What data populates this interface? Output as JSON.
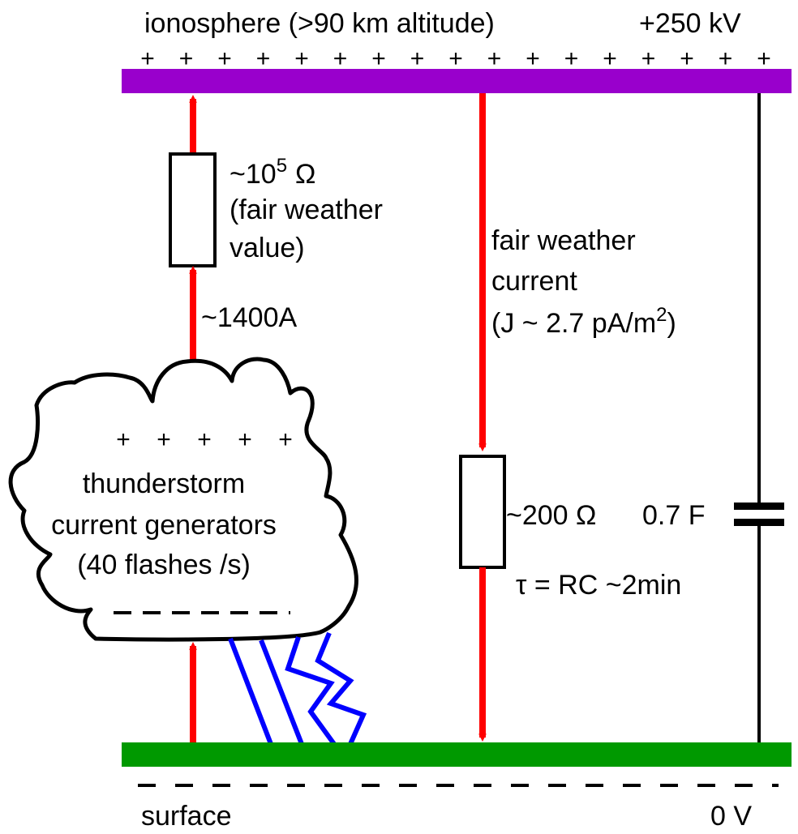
{
  "ionosphere": {
    "label": "ionosphere (>90 km altitude)",
    "voltage": "+250 kV",
    "charge_symbol": "+",
    "charge_count": 17,
    "color": "#9900cc"
  },
  "surface": {
    "label": "surface",
    "voltage": "0 V",
    "color": "#009900"
  },
  "upper_resistor": {
    "value_prefix": "~10",
    "value_exponent": "5",
    "value_unit": "Ω",
    "note_line1": "(fair weather",
    "note_line2": "value)"
  },
  "storm_current": "~1400A",
  "fair_weather": {
    "line1": "fair weather",
    "line2": "current",
    "line3_prefix": "(J ~ 2.7 pA/m",
    "line3_exponent": "2",
    "line3_suffix": ")"
  },
  "lower_resistor": {
    "value": "~200 Ω"
  },
  "capacitor": {
    "value": "0.7 F"
  },
  "time_constant": "τ = RC ~2min",
  "cloud": {
    "top_charge": "+",
    "top_charge_count": 5,
    "line1": "thunderstorm",
    "line2": "current generators",
    "line3": "(40 flashes /s)"
  },
  "colors": {
    "current_arrow": "#ff0000",
    "lightning": "#0000ff",
    "wire": "#000000"
  }
}
